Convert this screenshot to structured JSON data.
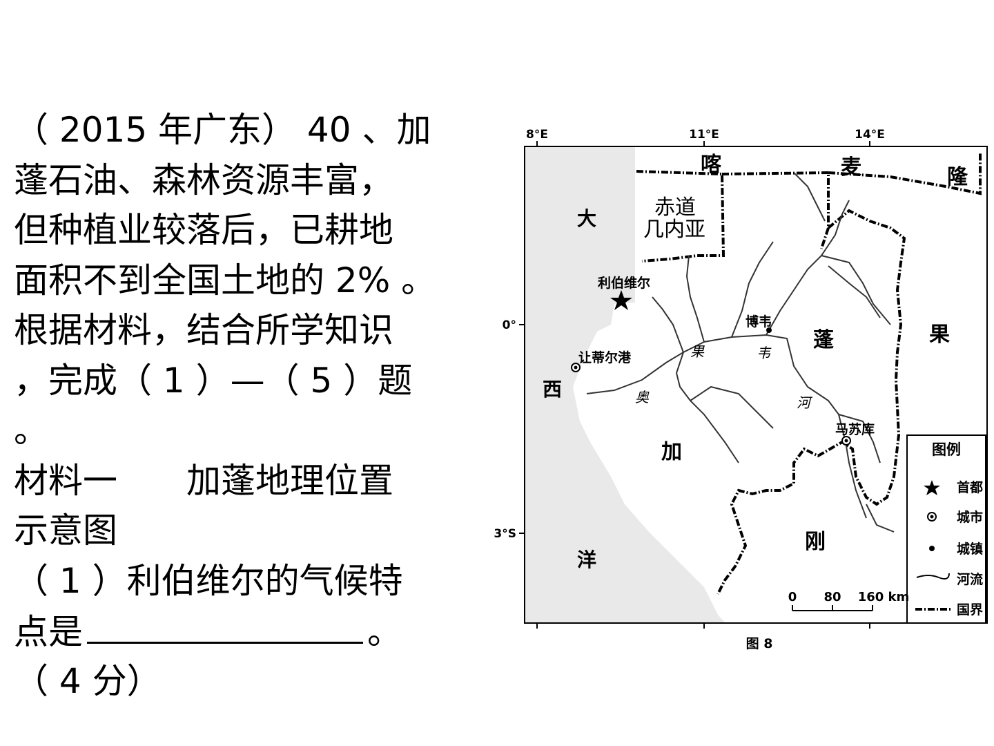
{
  "question": {
    "lines": [
      "（ 2015 年广东） 40 、加",
      "蓬石油、森林资源丰富，",
      "但种植业较落后，已耕地",
      "面积不到全国土地的 2% 。",
      "根据材料，结合所学知识",
      "，完成（ 1 ）—（ 5 ）题",
      "。",
      "材料一　　加蓬地理位置",
      "示意图",
      "（ 1 ）利伯维尔的气候特"
    ],
    "last_line_start": "点是",
    "last_line_end": "。",
    "score": "（ 4 分）"
  },
  "map": {
    "longitudes": [
      "8°E",
      "11°E",
      "14°E"
    ],
    "latitudes": [
      "0°",
      "3°S"
    ],
    "ocean_label_chars": [
      "大",
      "西",
      "洋"
    ],
    "country_gabon_chars": [
      "加",
      "蓬"
    ],
    "country_congo_chars": [
      "刚",
      "果"
    ],
    "country_cameroon_chars": [
      "喀",
      "麦",
      "隆"
    ],
    "equatorial_guinea": [
      "赤道",
      "几内亚"
    ],
    "river_chars": [
      "奥",
      "果",
      "韦",
      "河"
    ],
    "cities": [
      {
        "name": "利伯维尔",
        "type": "capital"
      },
      {
        "name": "让蒂尔港",
        "type": "city"
      },
      {
        "name": "博韦",
        "type": "town"
      },
      {
        "name": "马苏库",
        "type": "city"
      }
    ],
    "legend": {
      "title": "图例",
      "items": [
        {
          "symbol": "star",
          "label": "首都"
        },
        {
          "symbol": "city",
          "label": "城市"
        },
        {
          "symbol": "town",
          "label": "城镇"
        },
        {
          "symbol": "river",
          "label": "河流"
        },
        {
          "symbol": "border",
          "label": "国界"
        }
      ]
    },
    "scale": {
      "ticks": [
        "0",
        "80",
        "160 km"
      ]
    },
    "caption": "图 8"
  }
}
